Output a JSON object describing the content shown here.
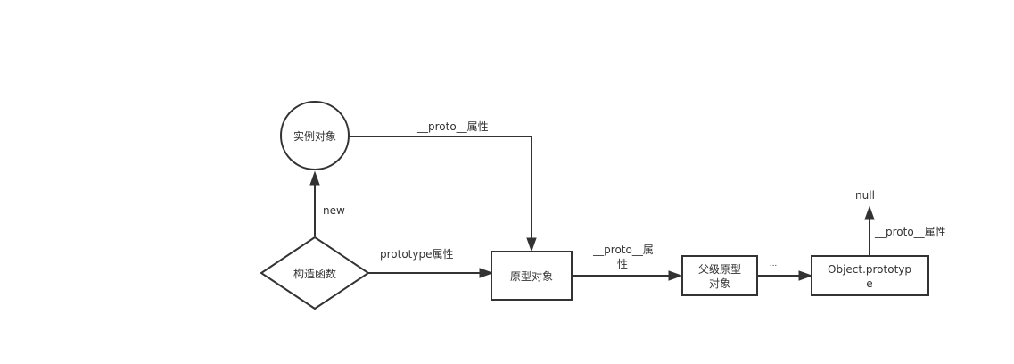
{
  "diagram": {
    "type": "flowchart",
    "nodes": {
      "instance": {
        "shape": "circle",
        "label": "实例对象"
      },
      "constructor": {
        "shape": "diamond",
        "label": "构造函数"
      },
      "prototype": {
        "shape": "rectangle",
        "label": "原型对象"
      },
      "parent_prototype": {
        "shape": "rectangle",
        "label_line1": "父级原型",
        "label_line2": "对象"
      },
      "object_prototype": {
        "shape": "rectangle",
        "label_line1": "Object.prototyp",
        "label_line2": "e"
      },
      "null": {
        "shape": "text",
        "label": "null"
      }
    },
    "edges": {
      "constructor_to_instance": {
        "from": "constructor",
        "to": "instance",
        "label": "new"
      },
      "instance_to_prototype": {
        "from": "instance",
        "to": "prototype",
        "label": "__proto__属性"
      },
      "constructor_to_prototype": {
        "from": "constructor",
        "to": "prototype",
        "label": "prototype属性"
      },
      "prototype_to_parent": {
        "from": "prototype",
        "to": "parent_prototype",
        "label_line1": "__proto__属",
        "label_line2": "性"
      },
      "parent_to_object": {
        "from": "parent_prototype",
        "to": "object_prototype",
        "label": "..."
      },
      "object_to_null": {
        "from": "object_prototype",
        "to": "null",
        "label": "__proto__属性"
      }
    },
    "colors": {
      "stroke": "#333333",
      "fill": "#ffffff",
      "text": "#333333"
    }
  }
}
